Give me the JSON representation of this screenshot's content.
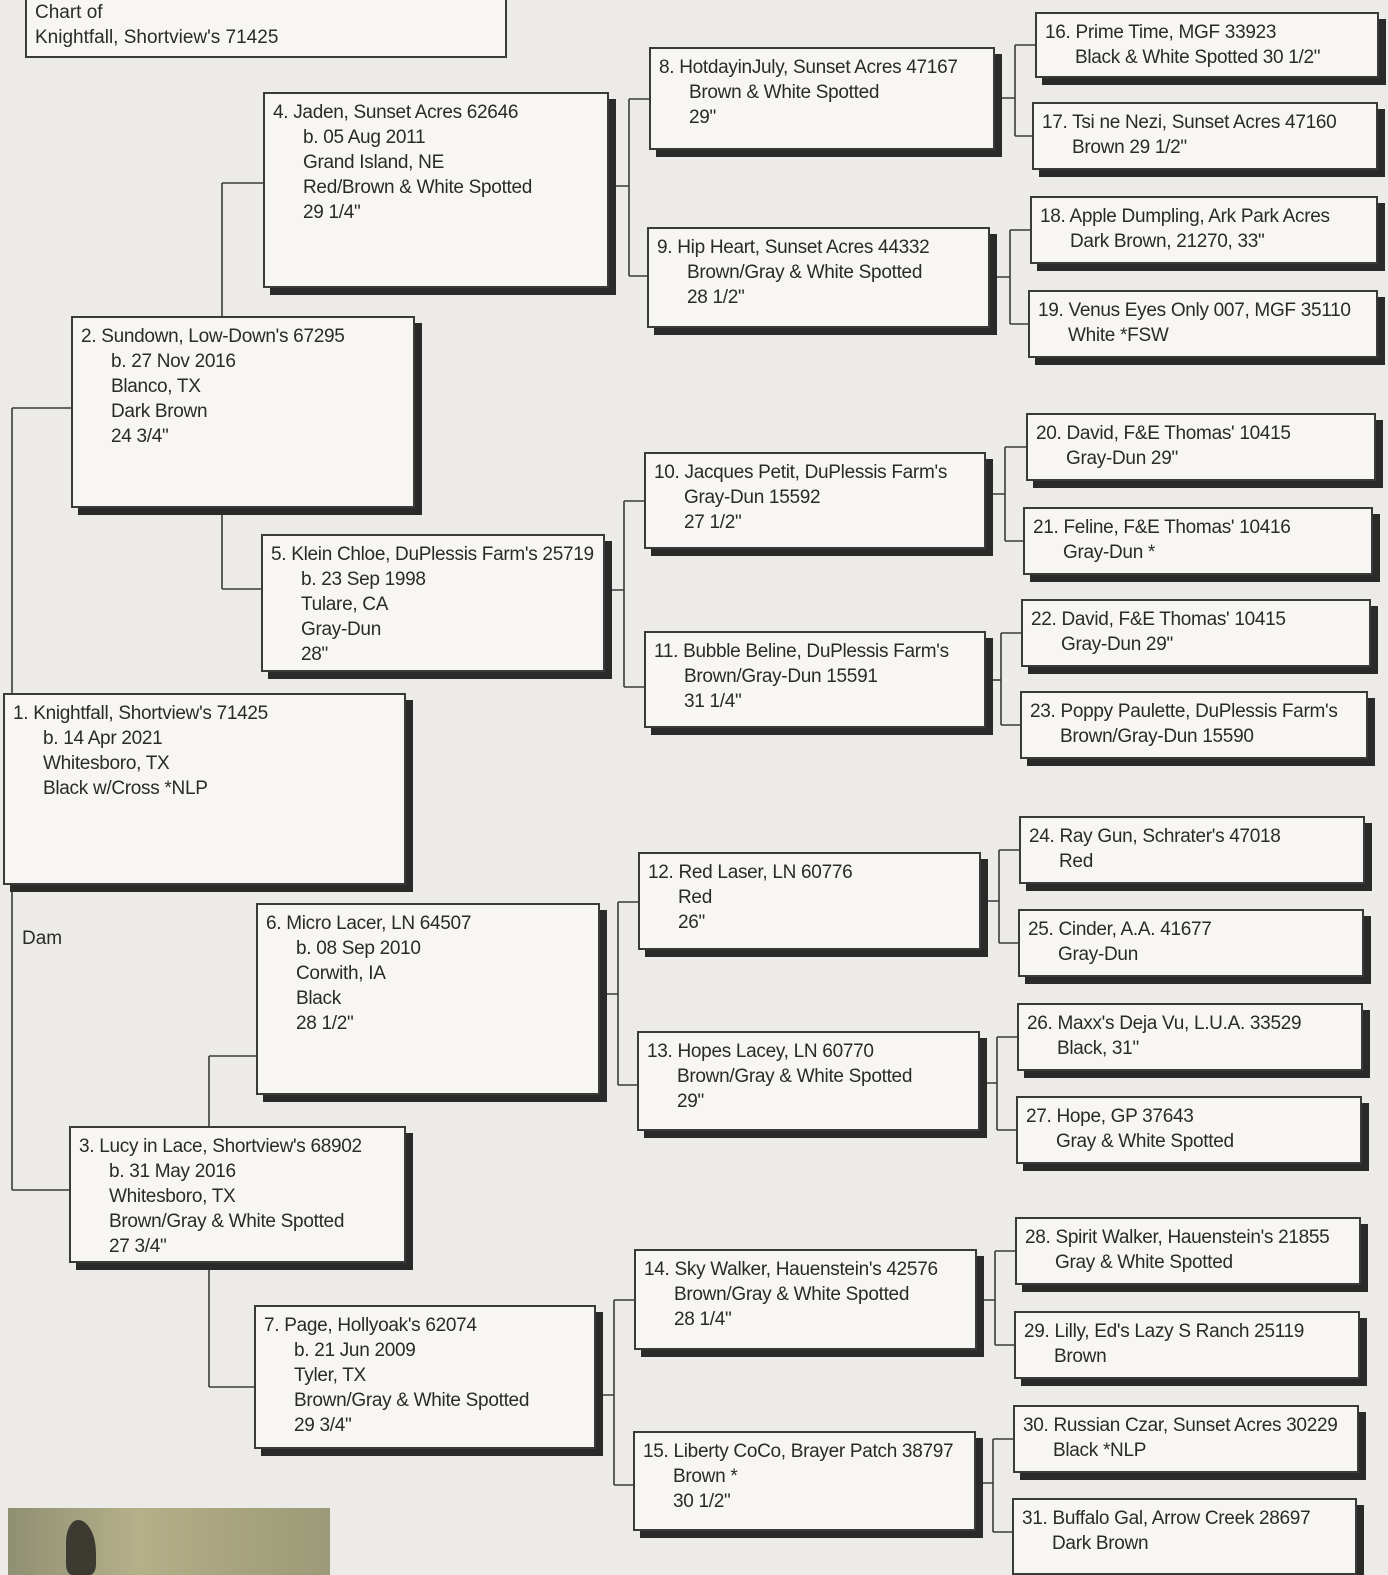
{
  "chart_title": {
    "line1": "Chart of",
    "line2": "Knightfall, Shortview's 71425"
  },
  "dam_label": "Dam",
  "entries": {
    "e1": {
      "lines": [
        "1. Knightfall, Shortview's 71425",
        "b. 14 Apr 2021",
        "Whitesboro, TX",
        "Black w/Cross *NLP"
      ]
    },
    "e2": {
      "lines": [
        "2. Sundown, Low-Down's 67295",
        "b. 27 Nov 2016",
        "Blanco, TX",
        "Dark Brown",
        "24 3/4\""
      ]
    },
    "e3": {
      "lines": [
        "3. Lucy in Lace, Shortview's 68902",
        "b. 31 May 2016",
        "Whitesboro, TX",
        "Brown/Gray & White Spotted",
        "27 3/4\""
      ]
    },
    "e4": {
      "lines": [
        "4. Jaden, Sunset Acres 62646",
        "b. 05 Aug 2011",
        "Grand Island, NE",
        "Red/Brown & White Spotted",
        "29 1/4\""
      ]
    },
    "e5": {
      "lines": [
        "5. Klein Chloe, DuPlessis Farm's 25719",
        "b. 23 Sep 1998",
        "Tulare, CA",
        "Gray-Dun",
        "28\""
      ]
    },
    "e6": {
      "lines": [
        "6. Micro Lacer, LN 64507",
        "b. 08 Sep 2010",
        "Corwith, IA",
        "Black",
        "28 1/2\""
      ]
    },
    "e7": {
      "lines": [
        "7. Page, Hollyoak's 62074",
        "b. 21 Jun 2009",
        "Tyler, TX",
        "Brown/Gray & White Spotted",
        "29 3/4\""
      ]
    },
    "e8": {
      "lines": [
        "8. HotdayinJuly, Sunset Acres 47167",
        "Brown & White Spotted",
        "29\""
      ]
    },
    "e9": {
      "lines": [
        "9. Hip Heart, Sunset Acres 44332",
        "Brown/Gray & White Spotted",
        "28 1/2\""
      ]
    },
    "e10": {
      "lines": [
        "10. Jacques Petit, DuPlessis Farm's",
        "Gray-Dun    15592",
        "27 1/2\""
      ]
    },
    "e11": {
      "lines": [
        "11. Bubble Beline, DuPlessis Farm's",
        "Brown/Gray-Dun   15591",
        "31 1/4\""
      ]
    },
    "e12": {
      "lines": [
        "12. Red Laser, LN 60776",
        "Red",
        "26\""
      ]
    },
    "e13": {
      "lines": [
        "13. Hopes Lacey, LN 60770",
        "Brown/Gray & White Spotted",
        "29\""
      ]
    },
    "e14": {
      "lines": [
        "14. Sky Walker, Hauenstein's 42576",
        "Brown/Gray & White Spotted",
        "28 1/4\""
      ]
    },
    "e15": {
      "lines": [
        "15. Liberty CoCo, Brayer Patch 38797",
        "Brown *",
        "30 1/2\""
      ]
    },
    "e16": {
      "lines": [
        "16. Prime Time, MGF 33923",
        "Black & White Spotted  30 1/2\""
      ]
    },
    "e17": {
      "lines": [
        "17. Tsi ne Nezi, Sunset Acres 47160",
        "Brown  29 1/2\""
      ]
    },
    "e18": {
      "lines": [
        "18. Apple Dumpling, Ark Park Acres",
        "Dark Brown, 21270, 33\""
      ]
    },
    "e19": {
      "lines": [
        "19. Venus Eyes Only 007, MGF 35110",
        "White *FSW"
      ]
    },
    "e20": {
      "lines": [
        "20. David, F&E Thomas' 10415",
        "Gray-Dun   29\""
      ]
    },
    "e21": {
      "lines": [
        "21. Feline, F&E Thomas' 10416",
        "Gray-Dun *"
      ]
    },
    "e22": {
      "lines": [
        "22. David, F&E Thomas' 10415",
        "Gray-Dun   29\""
      ]
    },
    "e23": {
      "lines": [
        "23. Poppy Paulette, DuPlessis Farm's",
        "Brown/Gray-Dun   15590"
      ]
    },
    "e24": {
      "lines": [
        "24. Ray Gun, Schrater's 47018",
        "Red"
      ]
    },
    "e25": {
      "lines": [
        "25. Cinder, A.A. 41677",
        "Gray-Dun"
      ]
    },
    "e26": {
      "lines": [
        "26. Maxx's Deja Vu, L.U.A. 33529",
        "Black, 31\""
      ]
    },
    "e27": {
      "lines": [
        "27. Hope, GP 37643",
        "Gray & White Spotted"
      ]
    },
    "e28": {
      "lines": [
        "28. Spirit Walker, Hauenstein's 21855",
        "Gray & White Spotted"
      ]
    },
    "e29": {
      "lines": [
        "29. Lilly, Ed's Lazy S Ranch 25119",
        "Brown"
      ]
    },
    "e30": {
      "lines": [
        "30. Russian Czar, Sunset Acres 30229",
        "Black *NLP"
      ]
    },
    "e31": {
      "lines": [
        "31. Buffalo Gal, Arrow Creek 28697",
        "Dark Brown"
      ]
    }
  }
}
